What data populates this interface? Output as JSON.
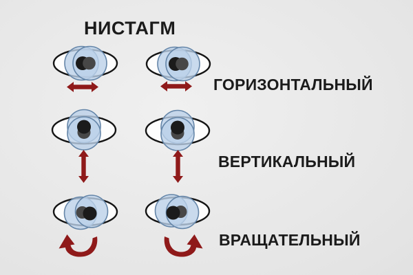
{
  "title": "НИСТАГМ",
  "rows": [
    {
      "label": "ГОРИЗОНТАЛЬНЫЙ"
    },
    {
      "label": "ВЕРТИКАЛЬНЫЙ"
    },
    {
      "label": "ВРАЩАТЕЛЬНЫЙ"
    }
  ],
  "colors": {
    "arrow": "#8F1A1A",
    "iris_fill": "#BCD1E8",
    "iris_stroke": "#6485A8",
    "pupil_dark": "#1B1B1B",
    "pupil_gray": "#474747",
    "eye_outline": "#141414",
    "text": "#1B1B1B",
    "bg_light": "#F0F0F0",
    "bg_mid": "#E4E4E4",
    "bg_dark": "#D7D7D7"
  }
}
